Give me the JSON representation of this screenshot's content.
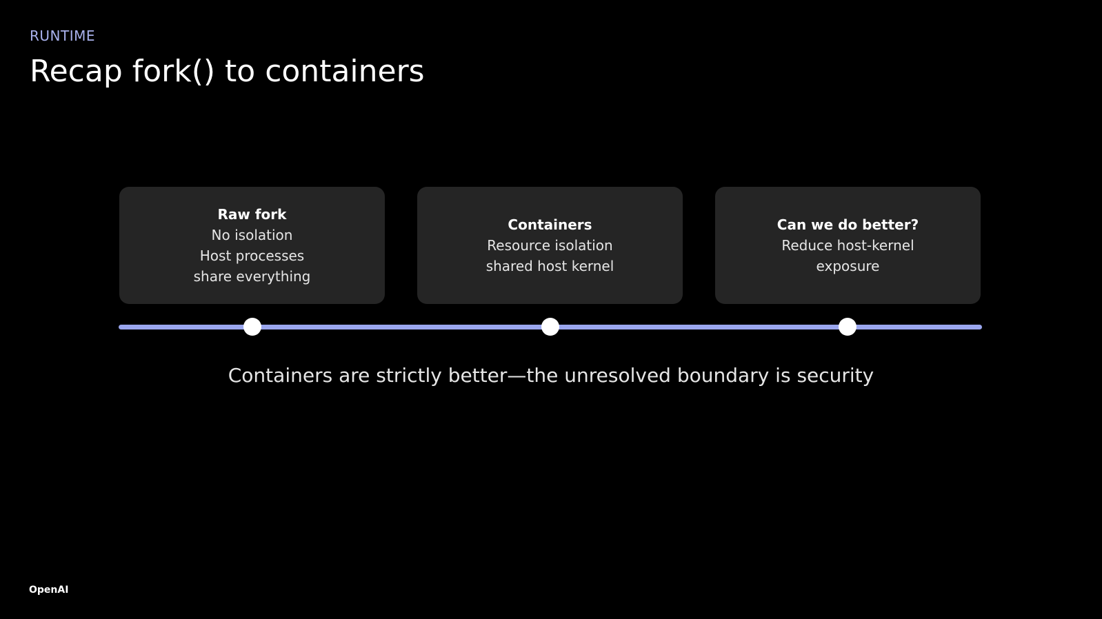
{
  "header": {
    "eyebrow": "RUNTIME",
    "title": "Recap fork() to containers"
  },
  "cards": [
    {
      "title": "Raw fork",
      "lines": [
        "No isolation",
        "Host processes",
        "share everything"
      ]
    },
    {
      "title": "Containers",
      "lines": [
        "Resource isolation",
        "shared host kernel"
      ]
    },
    {
      "title": "Can we do better?",
      "lines": [
        "Reduce host-kernel",
        "exposure"
      ]
    }
  ],
  "caption": "Containers are strictly better—the unresolved boundary is security",
  "footer": {
    "logo": "OpenAI"
  },
  "colors": {
    "background": "#000000",
    "card": "#252525",
    "accent": "#9aa6ee",
    "eyebrow": "#a9b1ec"
  }
}
